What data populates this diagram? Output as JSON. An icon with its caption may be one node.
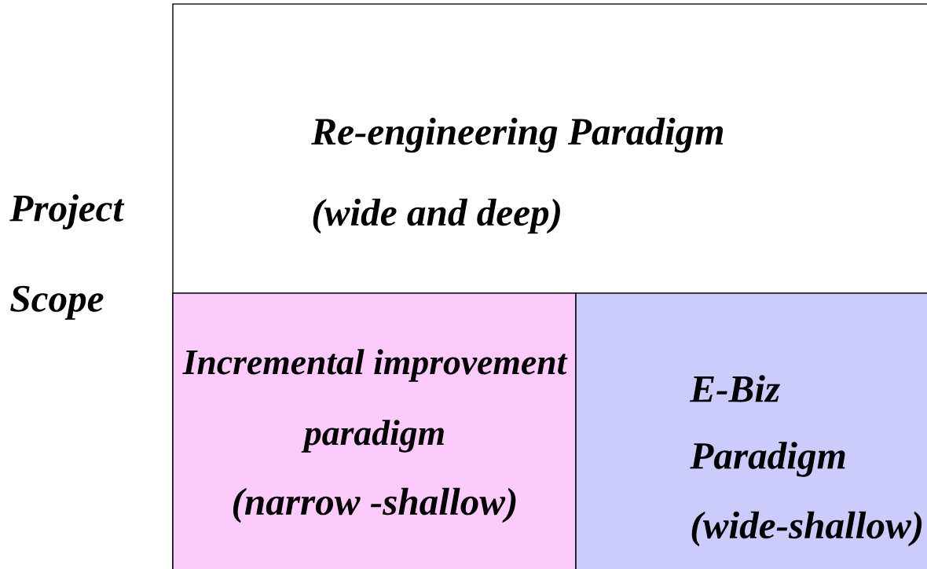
{
  "diagram": {
    "nodes": [
      {
        "text": [
          "Re-engineering Paradigm",
          "(wide and deep)"
        ]
      },
      {
        "text": [
          "Incremental improvement paradigm",
          "(narrow -shallow)"
        ],
        "in": 0
      },
      {
        "text": [
          "E-Biz Paradigm",
          "(wide-shallow)"
        ],
        "in": 0
      }
    ],
    "labels": [
      "Project Scope"
    ]
  }
}
